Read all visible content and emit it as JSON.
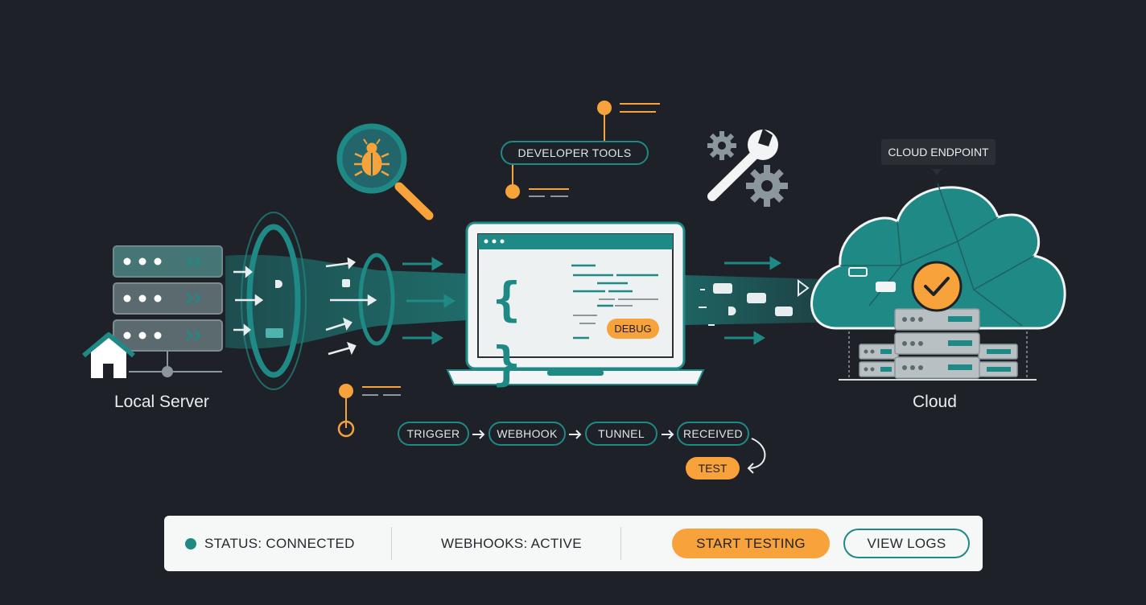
{
  "labels": {
    "local_server": "Local Server",
    "cloud": "Cloud",
    "developer_tools": "DEVELOPER TOOLS",
    "cloud_endpoint": "CLOUD ENDPOINT",
    "debug": "DEBUG",
    "code_braces": "{ }"
  },
  "flow": {
    "steps": [
      "TRIGGER",
      "WEBHOOK",
      "TUNNEL",
      "RECEIVED"
    ],
    "loop_step": "TEST"
  },
  "status_bar": {
    "status": "STATUS: CONNECTED",
    "webhooks": "WEBHOOKS: ACTIVE",
    "start_button": "START TESTING",
    "logs_button": "VIEW LOGS"
  },
  "icons": [
    "home-icon",
    "server-icon",
    "bug-icon",
    "magnifier-icon",
    "gear-icon",
    "wrench-icon",
    "cloud-icon",
    "checkmark-icon",
    "laptop-icon"
  ],
  "colors": {
    "background": "#1e2127",
    "teal": "#1f8a85",
    "orange": "#f7a23a",
    "light": "#f6f7f7"
  }
}
